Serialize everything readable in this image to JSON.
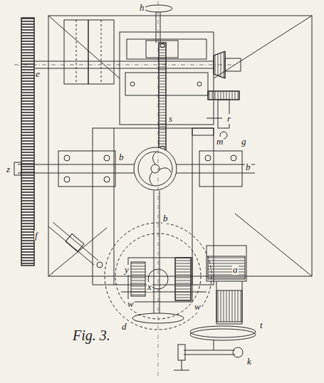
{
  "diagram": {
    "caption": "Fig. 3.",
    "labels": [
      "h",
      "e",
      "g",
      "r",
      "m",
      "s",
      "z",
      "b",
      "b",
      "b",
      "f",
      "a",
      "y",
      "w",
      "x",
      "w",
      "d",
      "t",
      "k"
    ]
  }
}
